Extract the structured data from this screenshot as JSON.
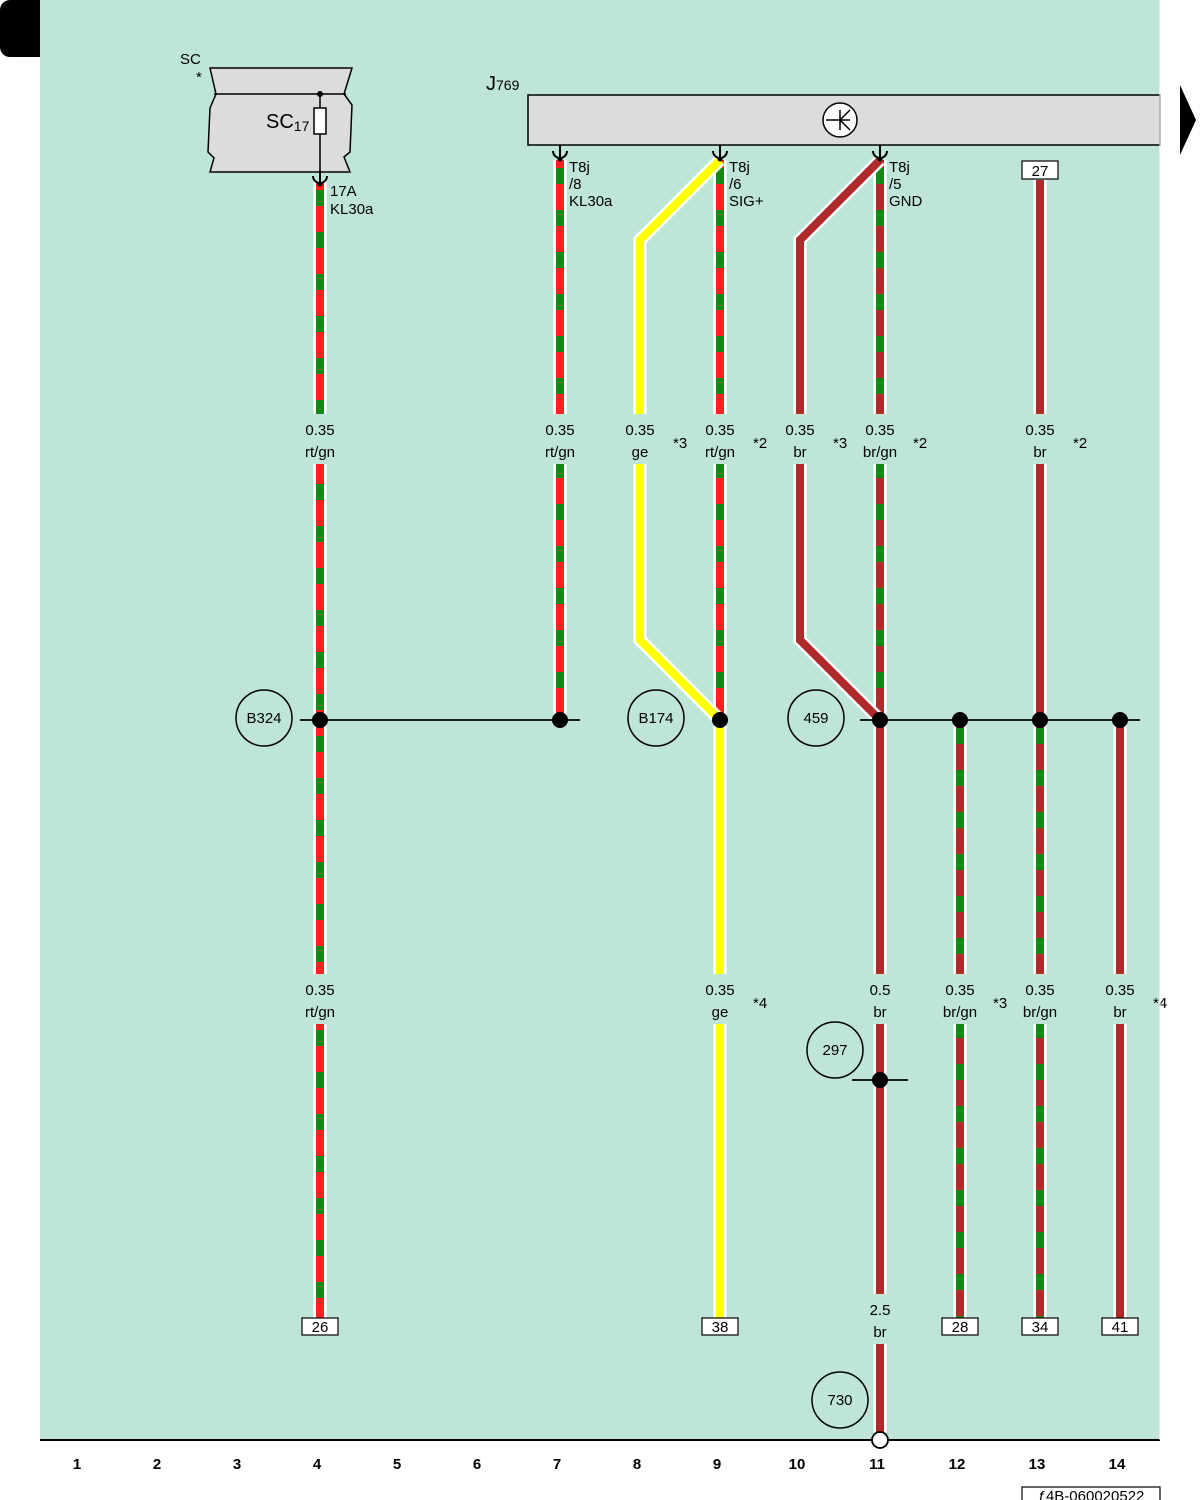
{
  "page_id": "ƒ4B-060020522",
  "colors": {
    "background": "#bfe5d8",
    "rt": "#ff2020",
    "gn": "#138a13",
    "ge": "#ffff00",
    "br": "#b12a2a",
    "component_fill": "#dcdcdc"
  },
  "fuse_box": {
    "name": "SC",
    "note": "*",
    "fuse_label": "SC",
    "fuse_sub": "17",
    "pin": "17A",
    "signal": "KL30a"
  },
  "control_unit": {
    "name": "J",
    "sub": "769",
    "symbol": "crash-sensor-icon"
  },
  "pins": [
    {
      "conn": "T8j",
      "pin": "/8",
      "signal": "KL30a"
    },
    {
      "conn": "T8j",
      "pin": "/6",
      "signal": "SIG+"
    },
    {
      "conn": "T8j",
      "pin": "/5",
      "signal": "GND"
    },
    {
      "ref": "27"
    }
  ],
  "wire_labels": [
    {
      "size": "0.35",
      "color": "rt/gn",
      "note": ""
    },
    {
      "size": "0.35",
      "color": "rt/gn",
      "note": ""
    },
    {
      "size": "0.35",
      "color": "ge",
      "note": "*3"
    },
    {
      "size": "0.35",
      "color": "rt/gn",
      "note": "*2"
    },
    {
      "size": "0.35",
      "color": "br",
      "note": "*3"
    },
    {
      "size": "0.35",
      "color": "br/gn",
      "note": "*2"
    },
    {
      "size": "0.35",
      "color": "br",
      "note": "*2"
    },
    {
      "size": "0.35",
      "color": "rt/gn",
      "note": ""
    },
    {
      "size": "0.35",
      "color": "ge",
      "note": "*4"
    },
    {
      "size": "0.5",
      "color": "br",
      "note": ""
    },
    {
      "size": "0.35",
      "color": "br/gn",
      "note": "*3"
    },
    {
      "size": "0.35",
      "color": "br/gn",
      "note": ""
    },
    {
      "size": "0.35",
      "color": "br",
      "note": "*4"
    },
    {
      "size": "2.5",
      "color": "br",
      "note": ""
    }
  ],
  "splices": [
    "B324",
    "B174",
    "459",
    "297",
    "730"
  ],
  "refs_bottom": [
    "26",
    "38",
    "28",
    "34",
    "41"
  ],
  "grid_numbers": [
    "1",
    "2",
    "3",
    "4",
    "5",
    "6",
    "7",
    "8",
    "9",
    "10",
    "11",
    "12",
    "13",
    "14"
  ]
}
